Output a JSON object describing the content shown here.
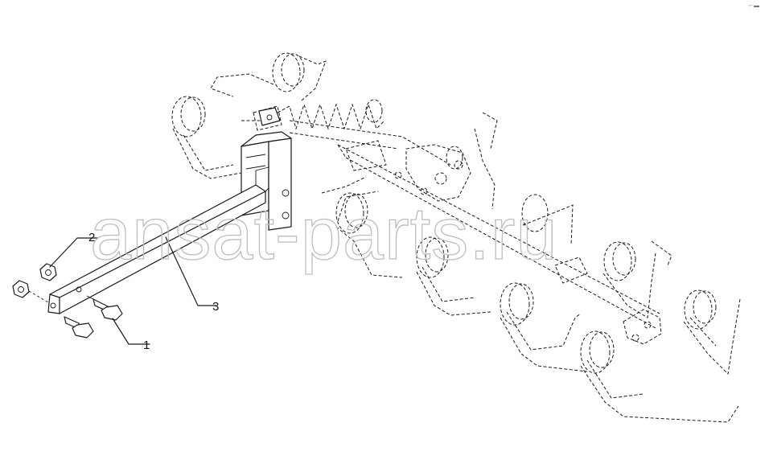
{
  "diagram": {
    "callouts": [
      {
        "id": "callout-1",
        "number": "1"
      },
      {
        "id": "callout-2",
        "number": "2"
      },
      {
        "id": "callout-3",
        "number": "3"
      }
    ],
    "watermark": "ansat-parts.ru",
    "corner_mark": "⌐ ▬"
  }
}
